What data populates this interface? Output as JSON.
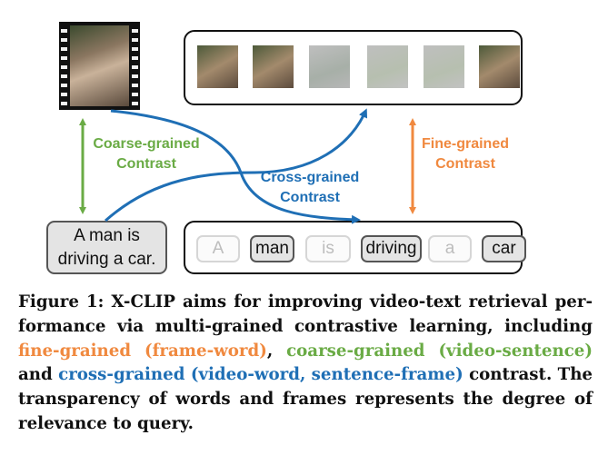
{
  "diagram": {
    "sentence_box": {
      "line1": "A man is",
      "line2": "driving a car."
    },
    "words": [
      {
        "text": "A",
        "faint": true
      },
      {
        "text": "man",
        "faint": false
      },
      {
        "text": "is",
        "faint": true
      },
      {
        "text": "driving",
        "faint": false
      },
      {
        "text": "a",
        "faint": true
      },
      {
        "text": "car",
        "faint": false
      }
    ],
    "labels": {
      "coarse_line1": "Coarse-grained",
      "coarse_line2": "Contrast",
      "cross_line1": "Cross-grained",
      "cross_line2": "Contrast",
      "fine_line1": "Fine-grained",
      "fine_line2": "Contrast"
    },
    "colors": {
      "coarse": "#6aab45",
      "cross": "#1f6fb5",
      "fine": "#f0893f"
    }
  },
  "caption": {
    "part1": "Figure 1: X-CLIP aims for improving video-text retrieval per-formance via multi-grained contrastive learning, including ",
    "fine": "fine-grained (frame-word)",
    "sep1": ", ",
    "coarse": "coarse-grained (video-sentence)",
    "sep2": " and ",
    "cross": "cross-grained (video-word, sentence-frame)",
    "part2": " contrast. The transparency of words and frames represents the degree of relevance to query."
  }
}
